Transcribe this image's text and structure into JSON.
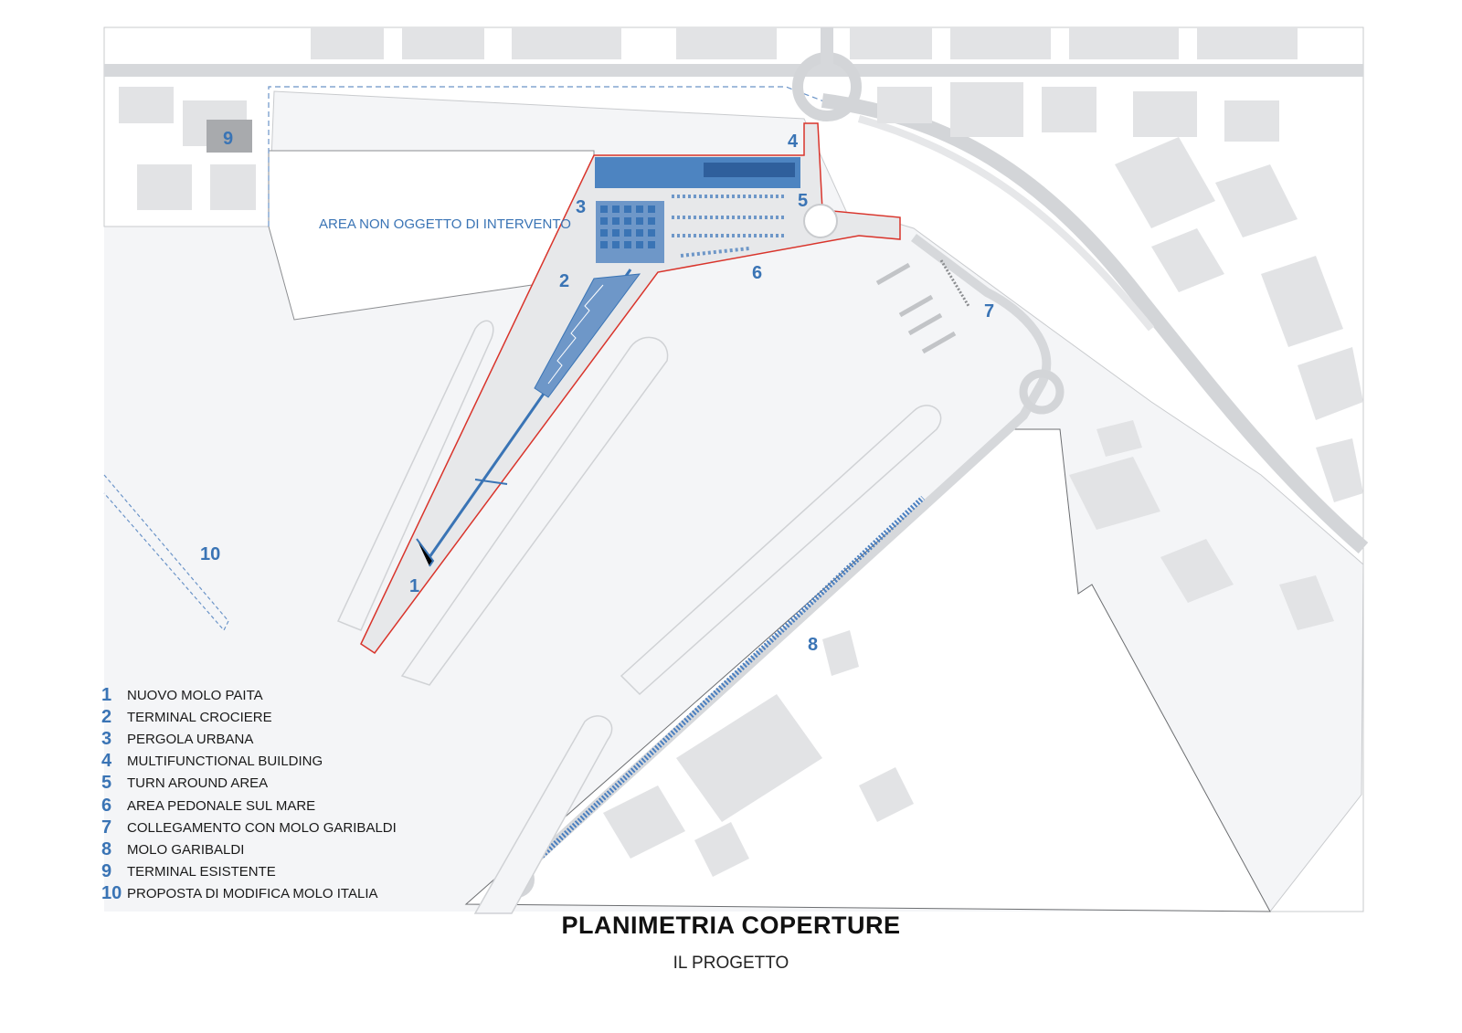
{
  "map": {
    "labels": {
      "n1": "1",
      "n2": "2",
      "n3": "3",
      "n4": "4",
      "n5": "5",
      "n6": "6",
      "n7": "7",
      "n8": "8",
      "n9": "9",
      "n10": "10"
    },
    "area_label": "AREA NON OGGETTO DI INTERVENTO",
    "colors": {
      "project_blue": "#3a74b5",
      "boundary_red": "#d9342b",
      "water": "#f4f5f7",
      "land": "#ffffff",
      "buildings": "#e2e3e5",
      "roads": "#d6d8db",
      "existing_terminal": "#a8aaad"
    }
  },
  "legend": [
    {
      "num": "1",
      "text": "NUOVO MOLO PAITA"
    },
    {
      "num": "2",
      "text": "TERMINAL CROCIERE"
    },
    {
      "num": "3",
      "text": "PERGOLA URBANA"
    },
    {
      "num": "4",
      "text": "MULTIFUNCTIONAL BUILDING"
    },
    {
      "num": "5",
      "text": "TURN AROUND AREA"
    },
    {
      "num": "6",
      "text": "AREA PEDONALE SUL MARE"
    },
    {
      "num": "7",
      "text": "COLLEGAMENTO CON MOLO GARIBALDI"
    },
    {
      "num": "8",
      "text": "MOLO GARIBALDI"
    },
    {
      "num": "9",
      "text": "TERMINAL ESISTENTE"
    },
    {
      "num": "10",
      "text": "PROPOSTA DI MODIFICA MOLO ITALIA"
    }
  ],
  "title": "PLANIMETRIA COPERTURE",
  "subtitle": "IL PROGETTO"
}
